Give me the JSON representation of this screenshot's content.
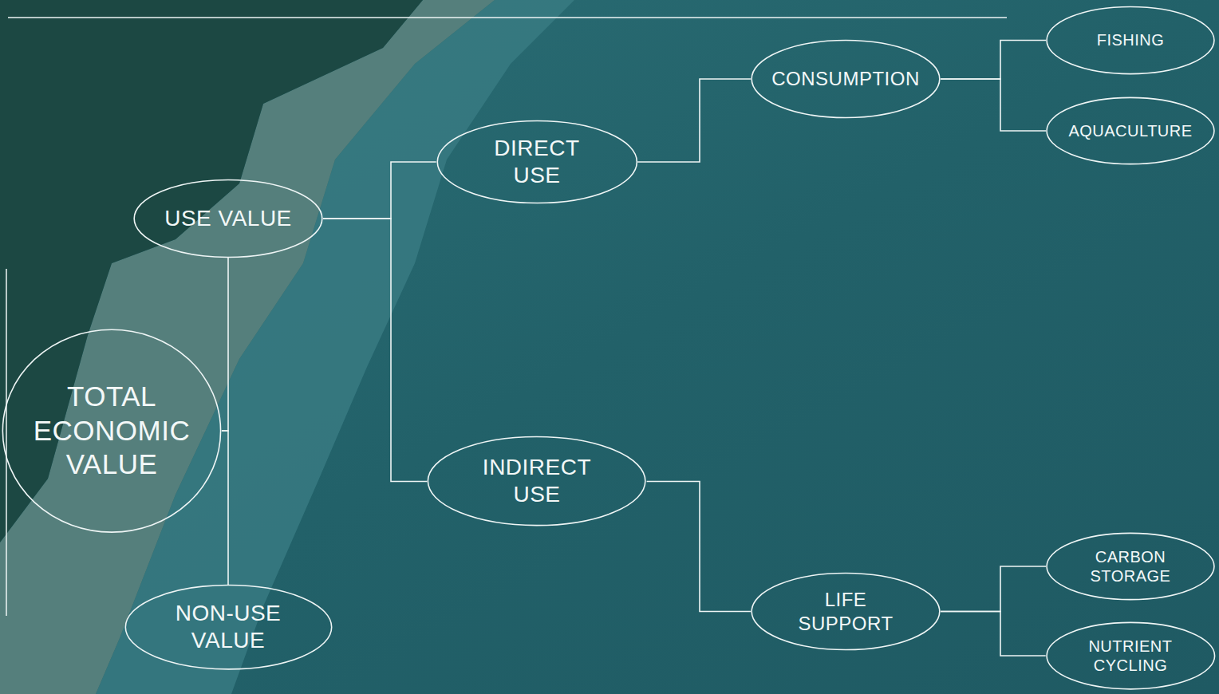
{
  "diagram": {
    "nodes": [
      {
        "text": [
          "TOTAL ECONOMIC VALUE"
        ]
      },
      {
        "text": [
          "USE VALUE"
        ]
      },
      {
        "text": [
          "NON-USE VALUE"
        ]
      },
      {
        "text": [
          "DIRECT USE"
        ]
      },
      {
        "text": [
          "INDIRECT USE"
        ]
      },
      {
        "text": [
          "CONSUMPTION"
        ]
      },
      {
        "text": [
          "LIFE SUPPORT"
        ]
      },
      {
        "text": [
          "FISHING"
        ]
      },
      {
        "text": [
          "AQUACULTURE"
        ]
      },
      {
        "text": [
          "CARBON STORAGE"
        ]
      },
      {
        "text": [
          "NUTRIENT CYCLING"
        ]
      }
    ],
    "edges": [
      {
        "from": 0,
        "to": 1,
        "arrow": "none"
      },
      {
        "from": 0,
        "to": 2,
        "arrow": "none"
      },
      {
        "from": 1,
        "to": 3,
        "arrow": "none"
      },
      {
        "from": 1,
        "to": 4,
        "arrow": "none"
      },
      {
        "from": 3,
        "to": 5,
        "arrow": "none"
      },
      {
        "from": 4,
        "to": 6,
        "arrow": "none"
      },
      {
        "from": 5,
        "to": 7,
        "arrow": "none"
      },
      {
        "from": 5,
        "to": 8,
        "arrow": "none"
      },
      {
        "from": 6,
        "to": 9,
        "arrow": "none"
      },
      {
        "from": 6,
        "to": 10,
        "arrow": "none"
      }
    ]
  }
}
